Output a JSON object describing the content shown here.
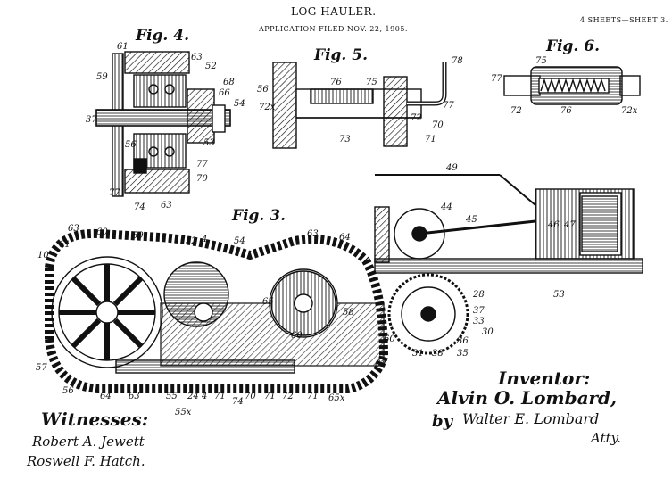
{
  "header": {
    "title": "LOG HAULER.",
    "application": "APPLICATION FILED NOV. 22, 1905.",
    "sheets": "4 SHEETS—SHEET 3."
  },
  "figures": {
    "fig4": "Fig. 4.",
    "fig5": "Fig. 5.",
    "fig6": "Fig. 6.",
    "fig3": "Fig. 3."
  },
  "refs": {
    "fig4": [
      "61",
      "63",
      "52",
      "59",
      "68",
      "66",
      "54",
      "37",
      "56",
      "53",
      "77",
      "70",
      "77",
      "74",
      "63"
    ],
    "fig5": [
      "78",
      "56",
      "76",
      "75",
      "72x",
      "77",
      "72",
      "70",
      "73",
      "71"
    ],
    "fig6": [
      "75",
      "77",
      "72",
      "76",
      "72x"
    ],
    "fig3": [
      "49",
      "44",
      "45",
      "46",
      "47",
      "63",
      "60",
      "59",
      "52",
      "4",
      "54",
      "63",
      "64",
      "61",
      "10",
      "65",
      "58",
      "60",
      "57",
      "56",
      "64",
      "63",
      "55",
      "24",
      "4",
      "71",
      "74",
      "70",
      "71",
      "72",
      "71",
      "65x",
      "55x",
      "28",
      "53",
      "37",
      "33",
      "30",
      "31",
      "38",
      "36",
      "35",
      "62",
      "60"
    ]
  },
  "signatures": {
    "inventor_label": "Inventor:",
    "inventor_name": "Alvin O. Lombard,",
    "attorney_by": "by",
    "attorney_name": "Walter E. Lombard",
    "attorney_title": "Atty.",
    "witnesses_label": "Witnesses:",
    "witness1": "Robert A. Jewett",
    "witness2": "Roswell F. Hatch."
  }
}
